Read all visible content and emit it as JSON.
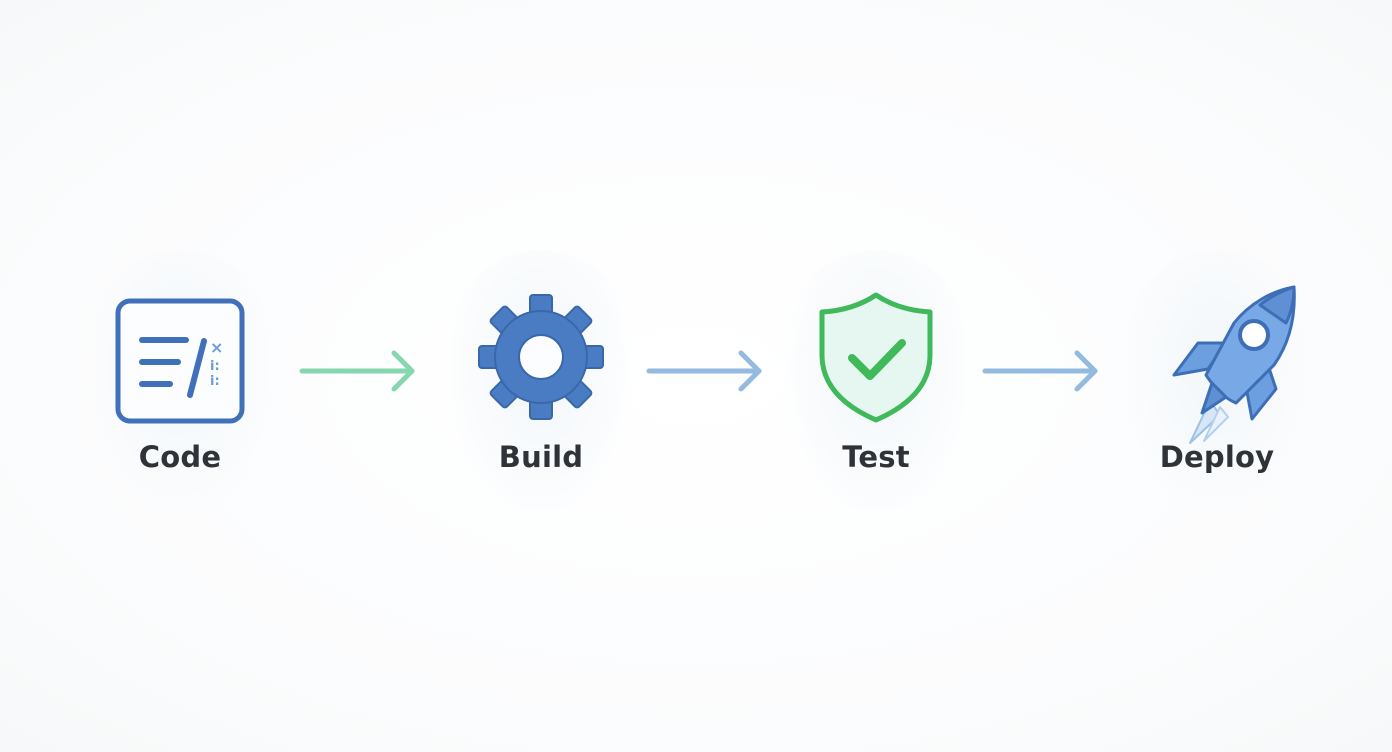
{
  "pipeline": {
    "stages": [
      {
        "label": "Code",
        "icon": "code-editor-icon",
        "color": "#3c6fb8"
      },
      {
        "label": "Build",
        "icon": "gear-icon",
        "color": "#4a7cc4"
      },
      {
        "label": "Test",
        "icon": "shield-check-icon",
        "color": "#3fb95a"
      },
      {
        "label": "Deploy",
        "icon": "rocket-icon",
        "color": "#4e80c8"
      }
    ],
    "arrows": [
      {
        "icon": "arrow-right-icon",
        "color": "#7fd3a8"
      },
      {
        "icon": "arrow-right-icon",
        "color": "#8fb6df"
      },
      {
        "icon": "arrow-right-icon",
        "color": "#8fb6df"
      }
    ]
  }
}
